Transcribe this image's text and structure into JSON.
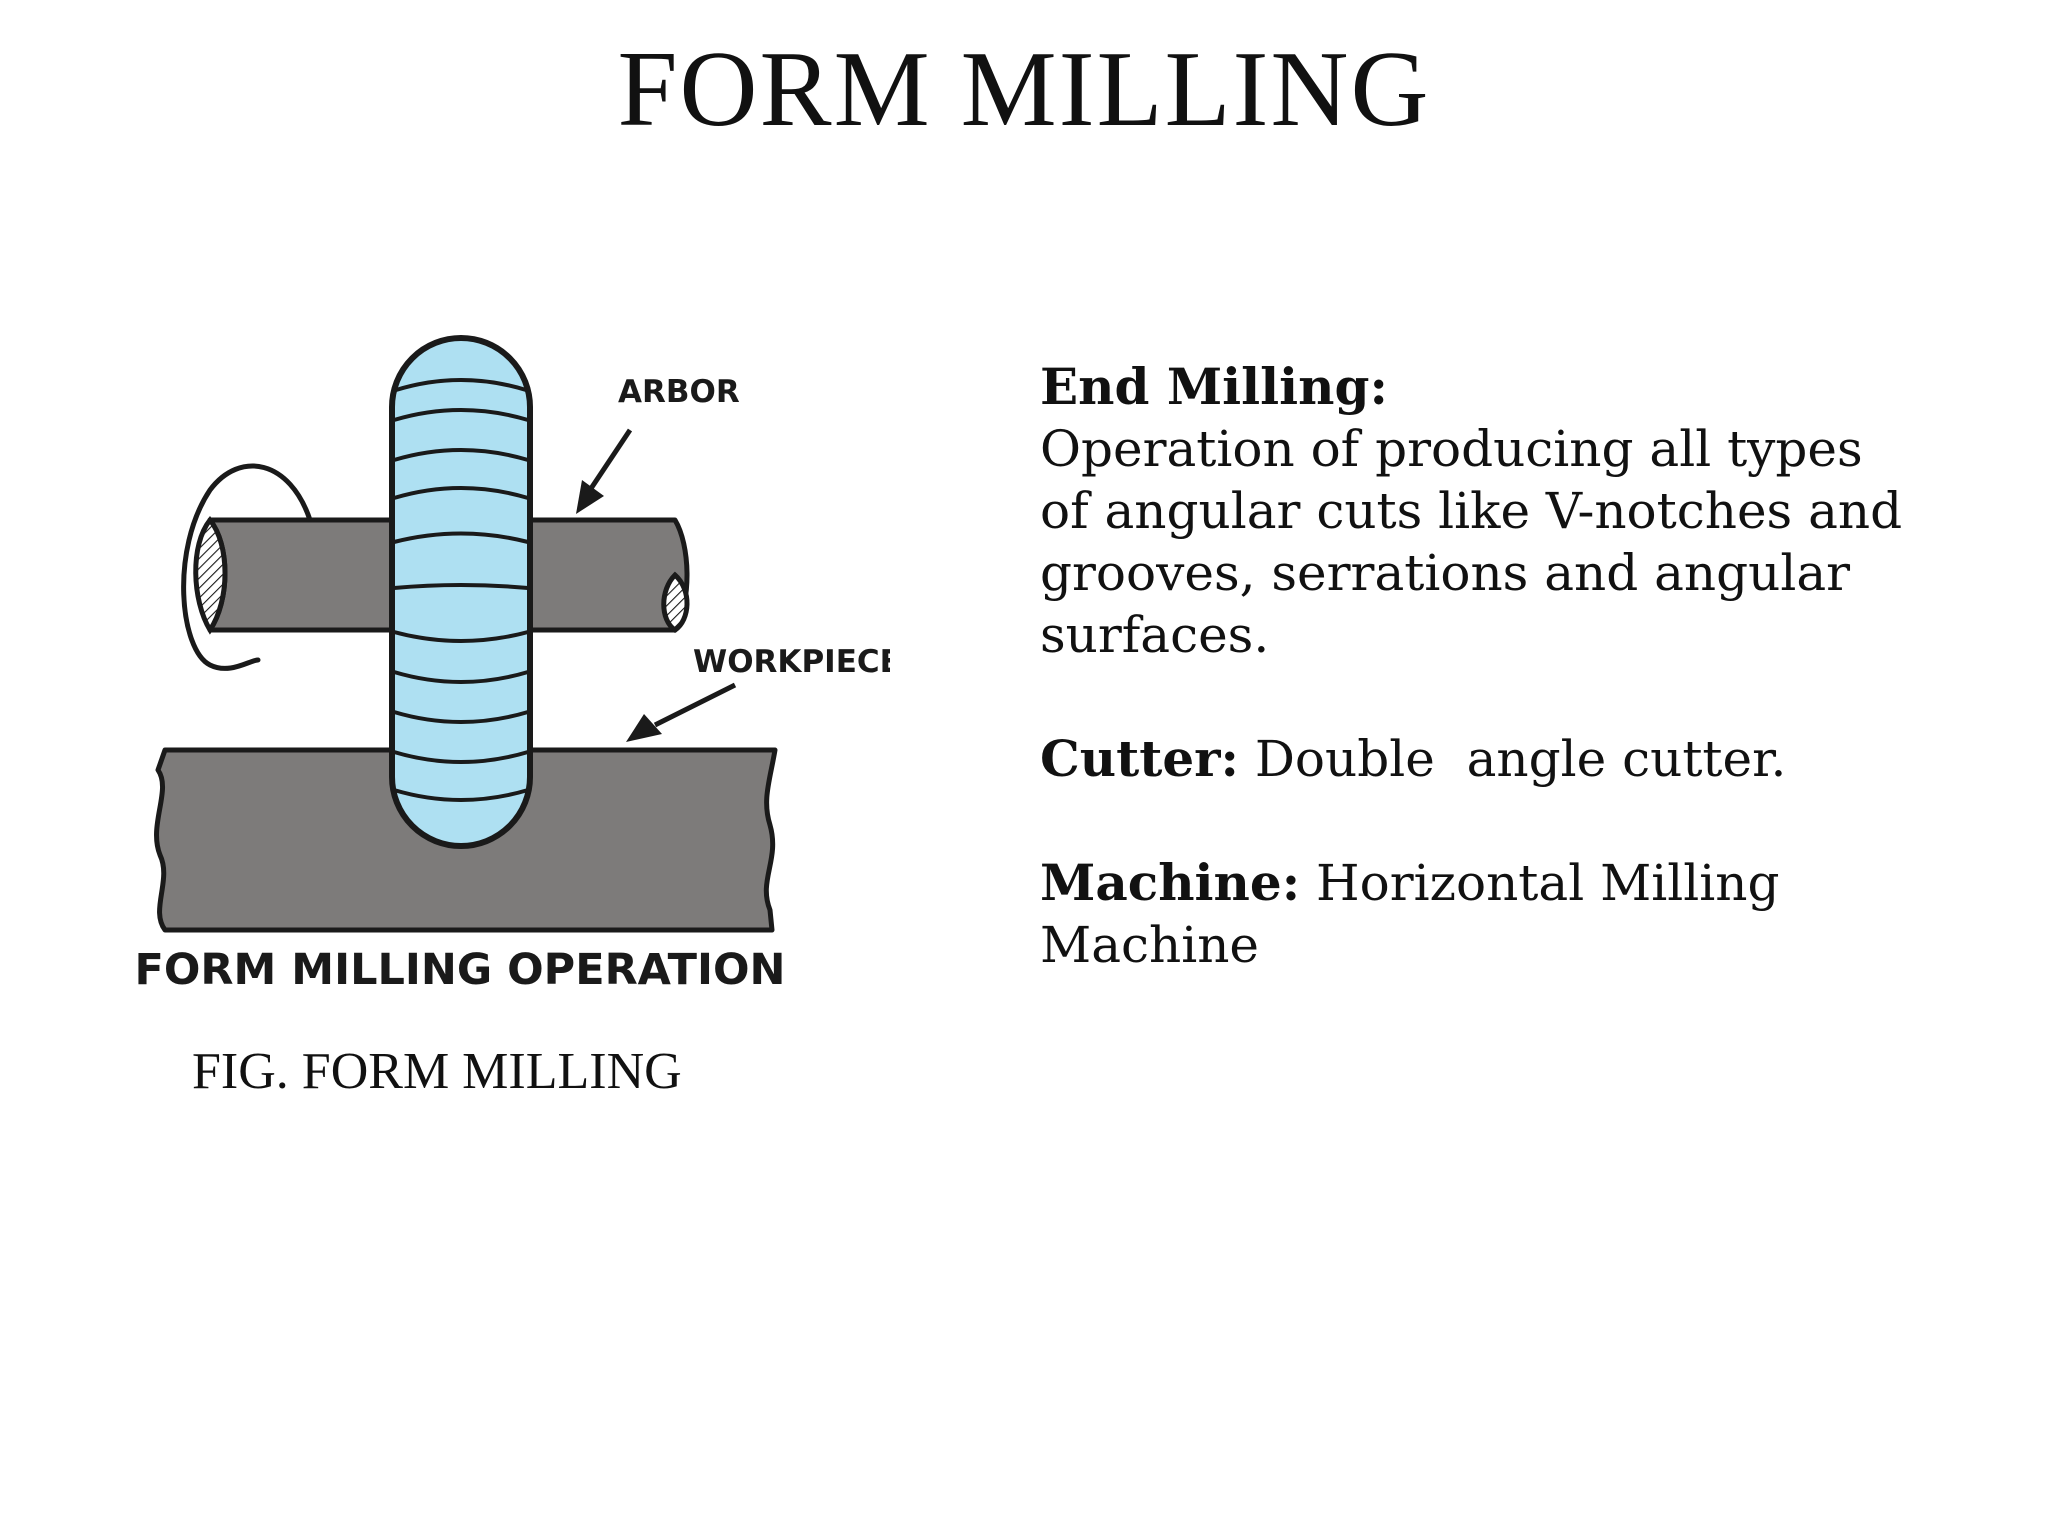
{
  "slide": {
    "title": "FORM MILLING"
  },
  "figure": {
    "label_arbor": "ARBOR",
    "label_workpiece": "WORKPIECE",
    "label_operation": "FORM MILLING OPERATION",
    "caption": "FIG. FORM MILLING",
    "colors": {
      "cutter": "#aee0f2",
      "metal": "#7d7b7a",
      "outline": "#1a1a1a"
    }
  },
  "content": {
    "section1": {
      "heading": "End Milling:",
      "text": "Operation of producing all types of angular cuts like V-notches and grooves, serrations and angular surfaces."
    },
    "section2": {
      "heading": "Cutter:",
      "text": " Double  angle cutter."
    },
    "section3": {
      "heading": "Machine:",
      "text": " Horizontal Milling Machine"
    }
  }
}
